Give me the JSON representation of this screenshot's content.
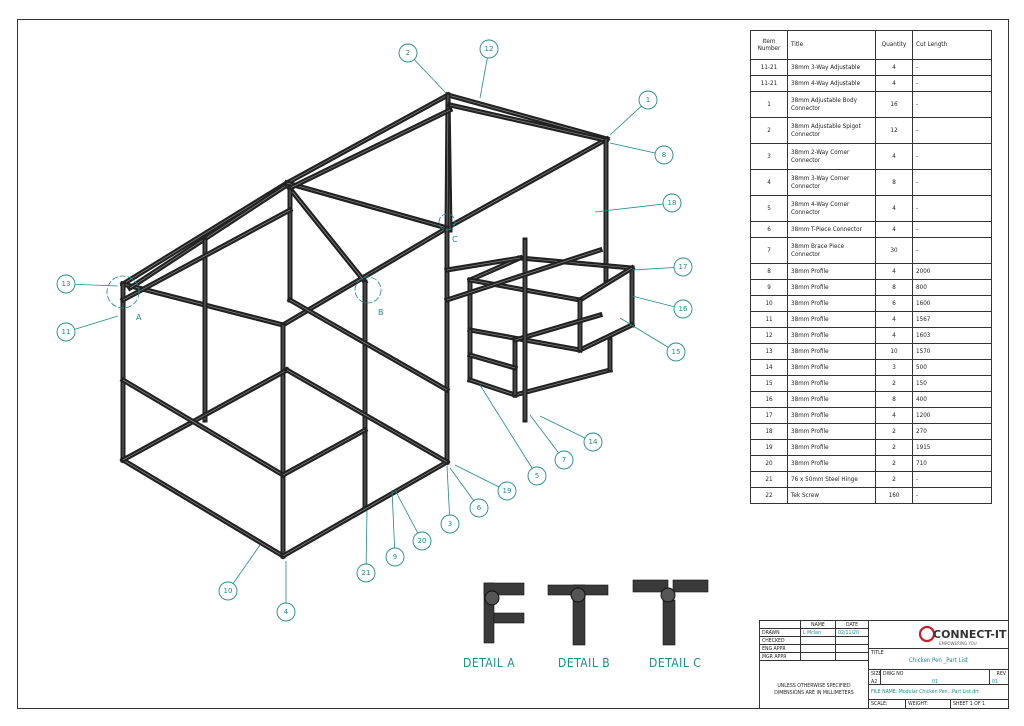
{
  "parts_table": {
    "headers": [
      "Item Number",
      "Title",
      "Quantity",
      "Cut Length"
    ],
    "rows": [
      {
        "item": "11-21",
        "title": "38mm 3-Way Adjustable",
        "qty": "4",
        "cut": "-"
      },
      {
        "item": "11-21",
        "title": "38mm 4-Way Adjustable",
        "qty": "4",
        "cut": "-"
      },
      {
        "item": "1",
        "title": "38mm Adjustable Body Connector",
        "qty": "16",
        "cut": "-"
      },
      {
        "item": "2",
        "title": "38mm Adjustable Spigot Connector",
        "qty": "12",
        "cut": "-"
      },
      {
        "item": "3",
        "title": "38mm 2-Way Corner Connector",
        "qty": "4",
        "cut": "-"
      },
      {
        "item": "4",
        "title": "38mm 3-Way Corner Connector",
        "qty": "8",
        "cut": "-"
      },
      {
        "item": "5",
        "title": "38mm 4-Way Corner Connector",
        "qty": "4",
        "cut": "-"
      },
      {
        "item": "6",
        "title": "38mm T-Piece Connector",
        "qty": "4",
        "cut": "-"
      },
      {
        "item": "7",
        "title": "38mm Brace Piece Connector",
        "qty": "30",
        "cut": "-"
      },
      {
        "item": "8",
        "title": "38mm Profile",
        "qty": "4",
        "cut": "2000"
      },
      {
        "item": "9",
        "title": "38mm Profile",
        "qty": "8",
        "cut": "800"
      },
      {
        "item": "10",
        "title": "38mm Profile",
        "qty": "6",
        "cut": "1600"
      },
      {
        "item": "11",
        "title": "38mm Profile",
        "qty": "4",
        "cut": "1567"
      },
      {
        "item": "12",
        "title": "38mm Profile",
        "qty": "4",
        "cut": "1603"
      },
      {
        "item": "13",
        "title": "38mm Profile",
        "qty": "10",
        "cut": "1570"
      },
      {
        "item": "14",
        "title": "38mm Profile",
        "qty": "3",
        "cut": "500"
      },
      {
        "item": "15",
        "title": "38mm Profile",
        "qty": "2",
        "cut": "150"
      },
      {
        "item": "16",
        "title": "38mm Profile",
        "qty": "8",
        "cut": "400"
      },
      {
        "item": "17",
        "title": "38mm Profile",
        "qty": "4",
        "cut": "1200"
      },
      {
        "item": "18",
        "title": "38mm Profile",
        "qty": "2",
        "cut": "270"
      },
      {
        "item": "19",
        "title": "38mm Profile",
        "qty": "2",
        "cut": "1915"
      },
      {
        "item": "20",
        "title": "38mm Profile",
        "qty": "2",
        "cut": "710"
      },
      {
        "item": "21",
        "title": "76 x 50mm Steel Hinge",
        "qty": "2",
        "cut": "-"
      },
      {
        "item": "22",
        "title": "Tek Screw",
        "qty": "160",
        "cut": "-"
      }
    ]
  },
  "balloons": [
    "1",
    "2",
    "3",
    "4",
    "5",
    "6",
    "7",
    "8",
    "9",
    "10",
    "11",
    "12",
    "13",
    "14",
    "15",
    "16",
    "17",
    "18",
    "19",
    "20",
    "21"
  ],
  "detail_markers": [
    "A",
    "B",
    "C"
  ],
  "details": {
    "a": "DETAIL A",
    "b": "DETAIL B",
    "c": "DETAIL C"
  },
  "title_block": {
    "name_header": "NAME",
    "date_header": "DATE",
    "drawn_label": "DRAWN",
    "drawn_name": "L Mclan",
    "drawn_date": "02/11/20",
    "checked_label": "CHECKED",
    "eng_label": "ENG APPR",
    "mgr_label": "MGR APPR",
    "note": "UNLESS OTHERWISE SPECIFIED DIMENSIONS ARE IN MILLIMETERS",
    "logo_text": "CONNECT-IT",
    "logo_tagline": "EMPOWERING YOU",
    "title_label": "TITLE",
    "title_value": "Chicken Pen _Part List",
    "size_label": "SIZE",
    "size_value": "A2",
    "dwg_label": "DWG NO",
    "dwg_value": "01",
    "rev_label": "REV",
    "rev_value": "01",
    "file_name": "FILE NAME: Modular Chicken Pen...Part List.drt",
    "scale_label": "SCALE:",
    "weight_label": "WEIGHT:",
    "sheet_label": "SHEET 1 OF 1"
  },
  "colors": {
    "accent": "#1f8a8a",
    "line": "#222222",
    "logo_red": "#c8202a"
  }
}
